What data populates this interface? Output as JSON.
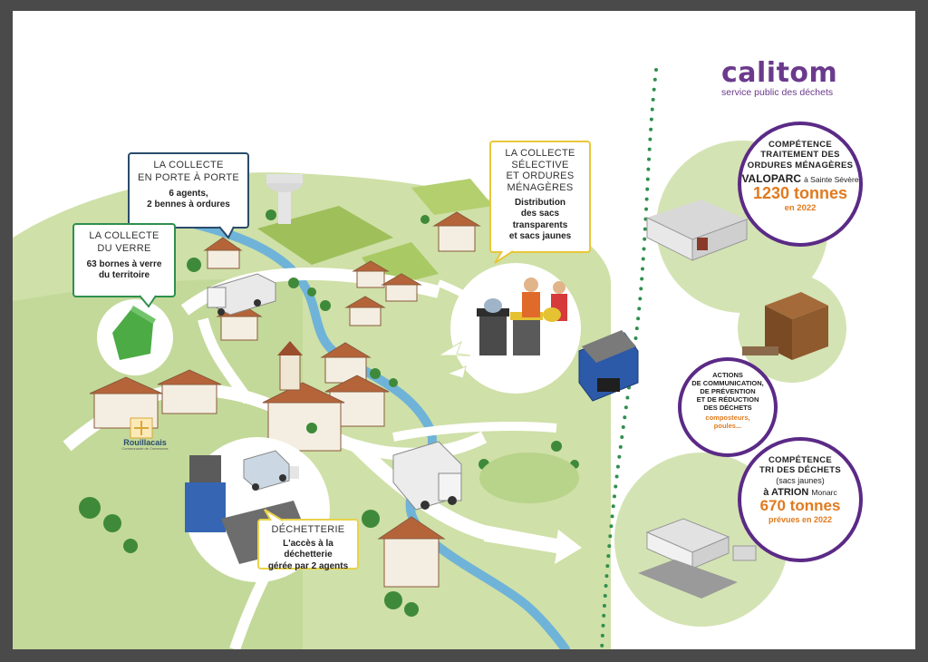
{
  "logo": {
    "name": "calitom",
    "tagline": "service public des déchets"
  },
  "callout_porte": {
    "title": "LA COLLECTE\nEN PORTE À PORTE",
    "body": "6 agents,\n2 bennes à ordures"
  },
  "callout_verre": {
    "title": "LA COLLECTE\nDU VERRE",
    "body": "63 bornes à verre\ndu territoire"
  },
  "callout_selective": {
    "title": "LA COLLECTE\nSÉLECTIVE\nET ORDURES\nMÉNAGÈRES",
    "body": "Distribution\ndes sacs transparents\net sacs jaunes"
  },
  "callout_decheterie": {
    "title": "DÉCHETTERIE",
    "body": "L'accès à la déchetterie\ngérée par 2 agents"
  },
  "circle_traitement": {
    "title": "COMPÉTENCE\nTRAITEMENT DES\nORDURES MÉNAGÈRES",
    "site": "VALOPARC",
    "site_loc": "à Sainte Sévère",
    "amount": "1230 tonnes",
    "year": "en 2022"
  },
  "circle_actions": {
    "title": "ACTIONS\nDE COMMUNICATION,\nDE PRÉVENTION\nET DE RÉDUCTION\nDES DÉCHETS",
    "examples": "composteurs,\npoules..."
  },
  "circle_tri": {
    "title": "COMPÉTENCE\nTRI DES DÉCHETS",
    "subtitle": "(sacs jaunes)",
    "site": "à ATRION",
    "site_loc": "Monarc",
    "amount": "670 tonnes",
    "note": "prévues en 2022"
  },
  "commune_logo": {
    "name": "Rouillacais",
    "sub": "Communauté de Communes"
  },
  "colors": {
    "purple": "#5b2a86",
    "orange": "#e07a1f",
    "green": "#2f8f4e",
    "navy": "#2a4b6b",
    "yellow": "#e8c73a",
    "land": "#cfe0a8"
  }
}
